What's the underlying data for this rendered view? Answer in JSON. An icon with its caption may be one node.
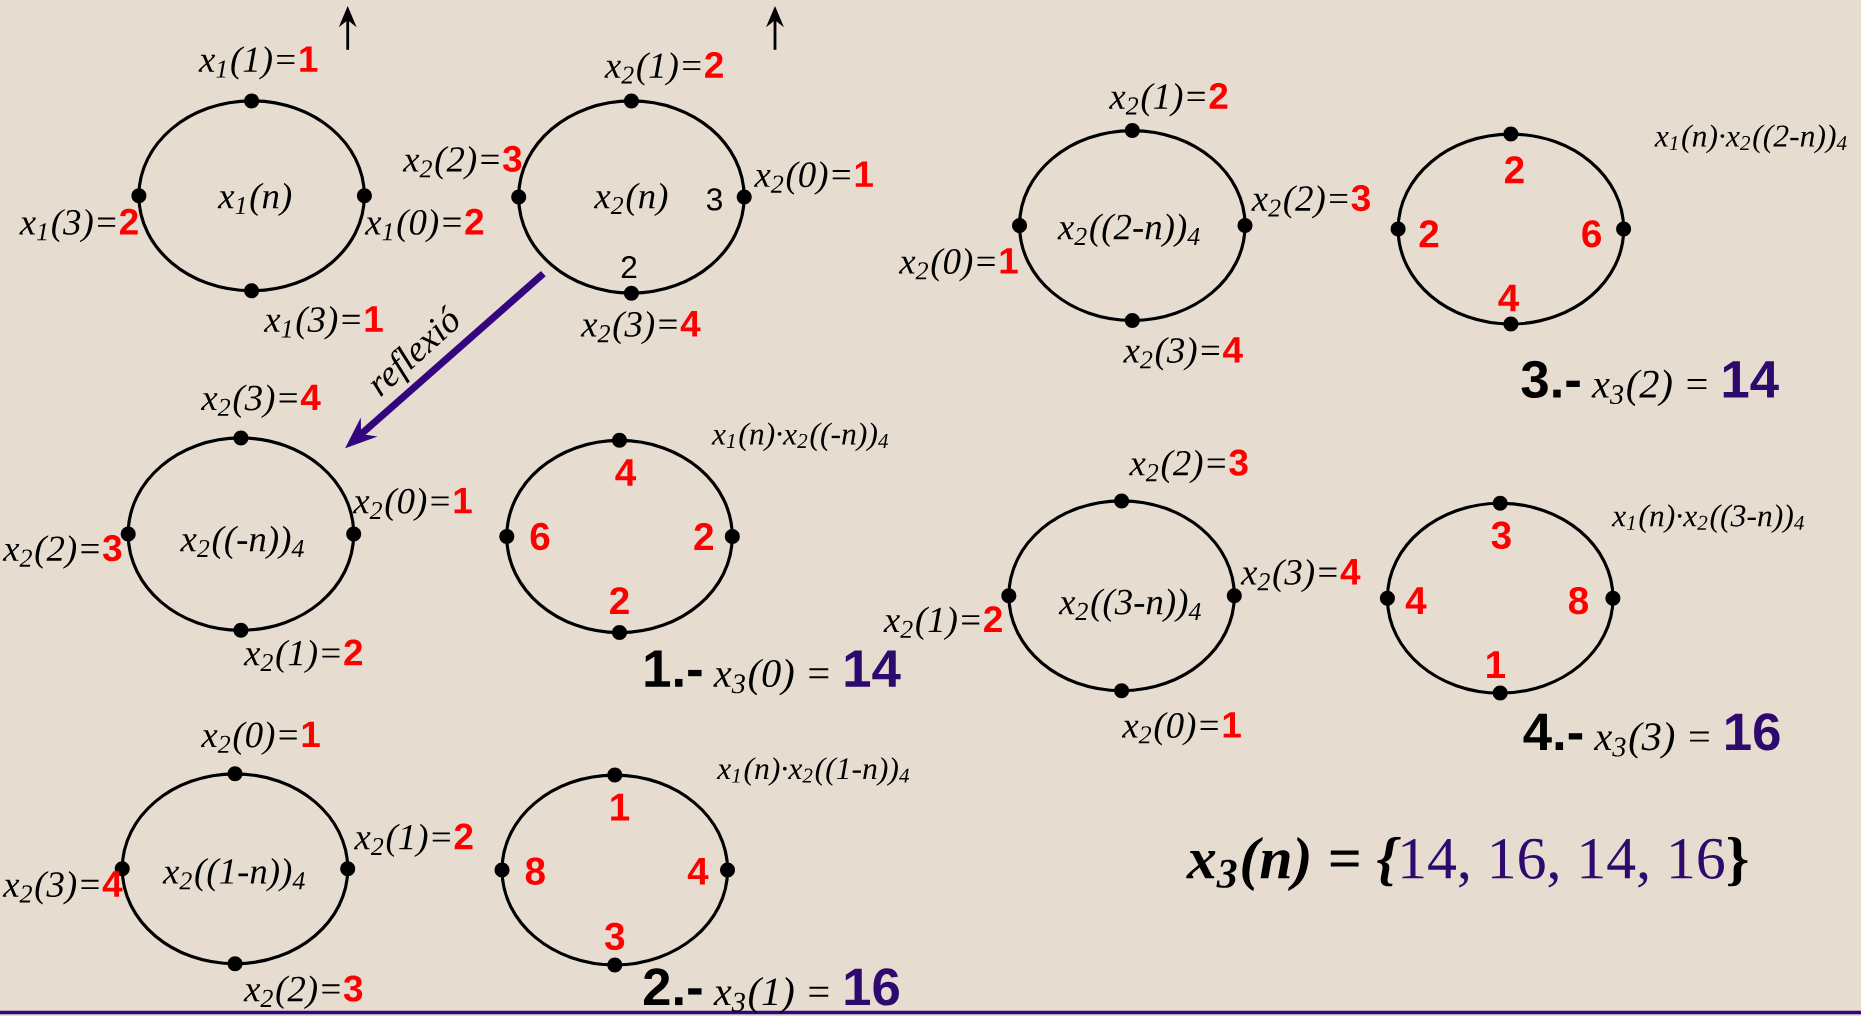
{
  "diagram": {
    "nodes": [
      {
        "text": [
          "x$_{1}$(n)"
        ],
        "beside": [
          "x$_{1}$(1)=**1**",
          "x$_{1}$(3)=**2**",
          "x$_{1}$(0)=**2**",
          "x$_{1}$(3)=**1**"
        ]
      },
      {
        "text": [
          "x$_{2}$(n)",
          "3",
          "2"
        ],
        "beside": [
          "x$_{2}$(1)=**2**",
          "x$_{2}$(2)=**3**",
          "x$_{2}$(0)=**1**",
          "x$_{2}$(3)=**4**"
        ]
      },
      {
        "text": [
          "x$_{2}$((-n))$_{4}$"
        ],
        "beside": [
          "x$_{2}$(3)=**4**",
          "x$_{2}$(0)=**1**",
          "x$_{2}$(2)=**3**",
          "x$_{2}$(1)=**2**"
        ]
      },
      {
        "text": [
          "4",
          "6",
          "2",
          "2"
        ],
        "beside": [
          "x$_{1}$(n)·x$_{2}$((-n))$_{4}$"
        ]
      },
      {
        "text": [
          "x$_{2}$((1-n))$_{4}$"
        ],
        "beside": [
          "x$_{2}$(0)=**1**",
          "x$_{2}$(1)=**2**",
          "x$_{2}$(3)=**4**",
          "x$_{2}$(2)=**3**"
        ]
      },
      {
        "text": [
          "1",
          "8",
          "4",
          "3"
        ],
        "beside": [
          "x$_{1}$(n)·x$_{2}$((1-n))$_{4}$"
        ]
      },
      {
        "text": [
          "x$_{2}$((2-n))$_{4}$"
        ],
        "beside": [
          "x$_{2}$(1)=**2**",
          "x$_{2}$(2)=**3**",
          "x$_{2}$(0)=**1**",
          "x$_{2}$(3)=**4**"
        ]
      },
      {
        "text": [
          "2",
          "2",
          "6",
          "4"
        ],
        "beside": [
          "x$_{1}$(n)·x$_{2}$((2-n))$_{4}$"
        ]
      },
      {
        "text": [
          "x$_{2}$((3-n))$_{4}$"
        ],
        "beside": [
          "x$_{2}$(2)=**3**",
          "x$_{2}$(3)=**4**",
          "x$_{2}$(1)=**2**",
          "x$_{2}$(0)=**1**"
        ]
      },
      {
        "text": [
          "3",
          "4",
          "8",
          "1"
        ],
        "beside": [
          "x$_{1}$(n)·x$_{2}$((3-n))$_{4}$"
        ]
      }
    ],
    "edges": [
      {
        "from": 1,
        "to": 2,
        "arrow": "to",
        "label": "reflexió"
      }
    ],
    "labels": [
      "**1.-** x$_{3}$(0) = **14**",
      "**2.-** x$_{3}$(1) = **16**",
      "**3.-** x$_{3}$(2) = **14**",
      "**4.-** x$_{3}$(3) = **16**",
      "**x$_{3}$(n) = {**14, 16, 14, 16**}**"
    ]
  }
}
